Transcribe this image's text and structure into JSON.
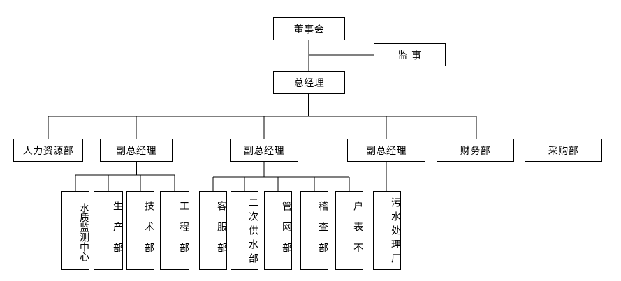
{
  "nodes": {
    "board": "董事会",
    "supervisor": "监 事",
    "gm": "总经理",
    "hr": "人力资源部",
    "vp1": "副总经理",
    "vp2": "副总经理",
    "vp3": "副总经理",
    "finance": "财务部",
    "purchasing": "采购部",
    "quality": "水质监测中心",
    "production": "生产部",
    "technology": "技术部",
    "engineering": "工程部",
    "customer": "客服部",
    "secondary_supply": "二次供水部",
    "pipe_network": "管网部",
    "audit": "稽查部",
    "meter": "户表不",
    "sewage": "污水处理厂"
  }
}
